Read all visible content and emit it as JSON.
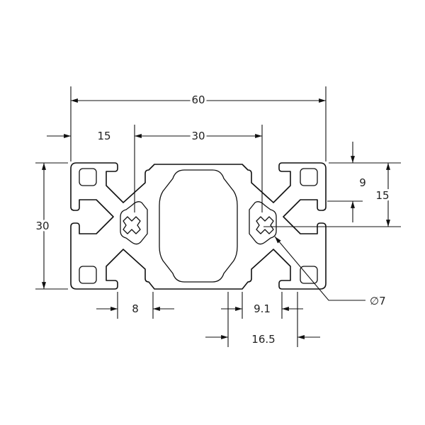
{
  "dimensions": {
    "overall_width": "60",
    "left_offset": "15",
    "center_spacing": "30",
    "height": "30",
    "slot_depth": "9",
    "half_height": "15",
    "slot_width": "8",
    "slot_inner": "9.1",
    "slot_outer": "16.5",
    "bore_diameter": "7"
  },
  "symbols": {
    "diameter": "∅"
  },
  "colors": {
    "line": "#111111",
    "background": "#ffffff"
  }
}
